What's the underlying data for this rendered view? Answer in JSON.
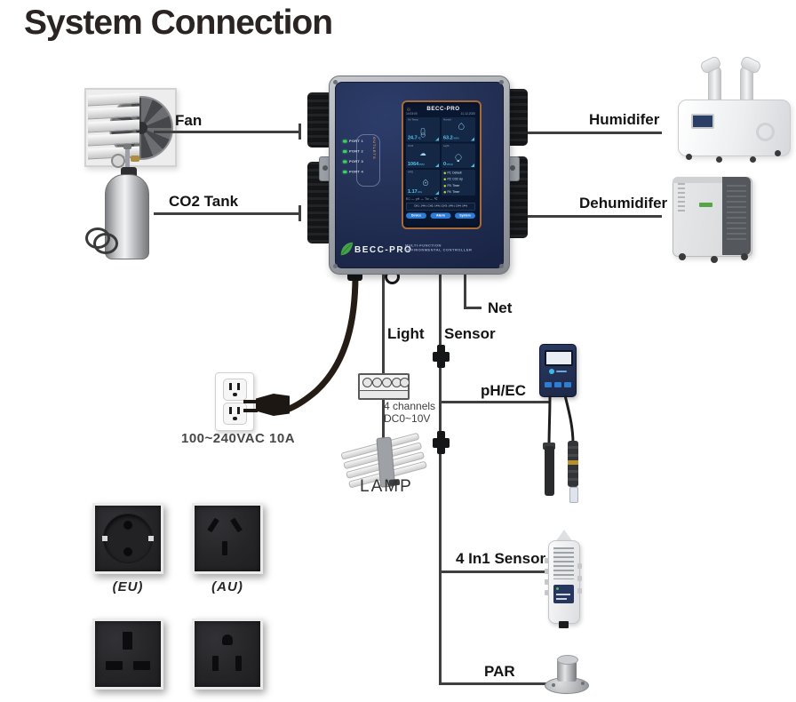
{
  "page": {
    "title": "System Connection"
  },
  "labels": {
    "fan": "Fan",
    "co2_tank": "CO2 Tank",
    "humidifier": "Humidifer",
    "dehumidifier": "Dehumidifer",
    "net": "Net",
    "light": "Light",
    "sensor": "Sensor",
    "ph_ec": "pH/EC",
    "four_in_one": "4 In1 Sensor",
    "par": "PAR",
    "power_rating": "100~240VAC  10A",
    "channels1": "4 channels",
    "channels2": "DC0~10V",
    "lamp": "LAMP",
    "socket_eu": "(EU)",
    "socket_au": "(AU)"
  },
  "icons": {
    "sun": "☼",
    "cloud": "☁"
  },
  "controller": {
    "brand": "BECC-PRO",
    "tagline1": "MULTI-FUNCTION",
    "tagline2": "ENVIRONMENTAL CONTROLLER",
    "side_text": "OUTLETS",
    "ports": [
      {
        "label": "PORT 1"
      },
      {
        "label": "PORT 2"
      },
      {
        "label": "PORT 3"
      },
      {
        "label": "PORT 4"
      }
    ],
    "screen": {
      "title": "BECC-PRO",
      "time": "14:03:00",
      "date": "11-12-2020",
      "tiles": [
        {
          "label": "Air Temp",
          "value": "24.7",
          "unit": "℃"
        },
        {
          "label": "Humid",
          "value": "63.2",
          "unit": "%RH"
        },
        {
          "label": "CO2",
          "value": "1064",
          "unit": "PPM"
        },
        {
          "label": "Light",
          "value": "0",
          "unit": "PPFD"
        },
        {
          "label": "VPD",
          "value": "1.17",
          "unit": "kPa"
        }
      ],
      "statuses": [
        {
          "text": "P1: Default"
        },
        {
          "text": "P2: CO2 Up"
        },
        {
          "text": "P3: Timer"
        },
        {
          "text": "P4: Timer"
        }
      ],
      "meter_row": "EC —    pH —    Tw — ℃",
      "channel_row": "CH1: 14% | CH2: 14% | CH3: 14% | CH4: 14%",
      "buttons": [
        {
          "label": "Device"
        },
        {
          "label": "Alarm"
        },
        {
          "label": "System"
        }
      ]
    }
  },
  "colors": {
    "accent_cyan": "#55c8f2",
    "controller_navy": "#24325a",
    "screen_border": "#a5693a",
    "button_blue": "#2e7cd6",
    "led_green": "#3fd060",
    "status_dot": "#c9d23a",
    "leaf_green": "#46a24a",
    "line_gray": "#3f3f3f"
  }
}
